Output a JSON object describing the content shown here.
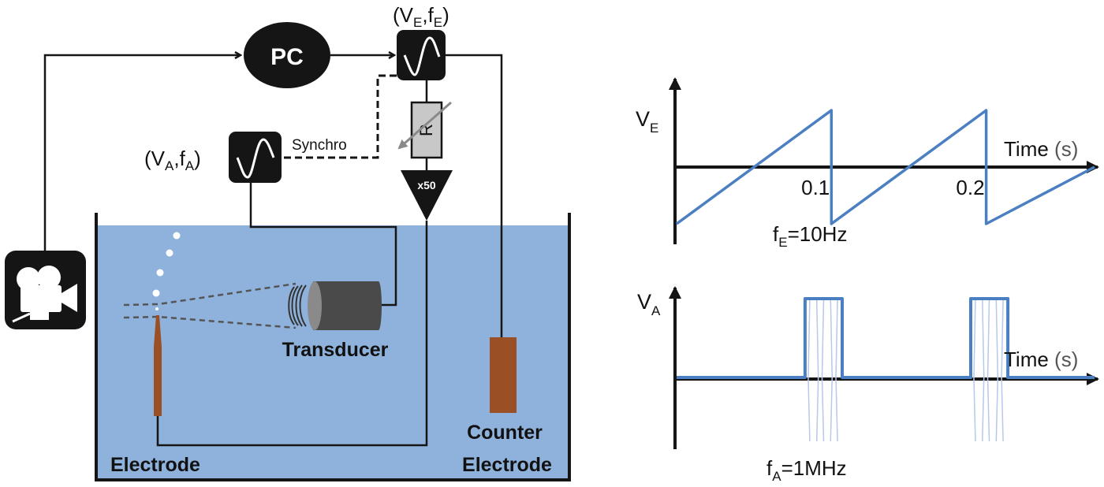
{
  "setup": {
    "pc_label": "PC",
    "generator_e_label": "(V",
    "generator_e_sub1": "E",
    "generator_e_mid": ",f",
    "generator_e_sub2": "E",
    "generator_e_end": ")",
    "generator_a_label": "(V",
    "generator_a_sub1": "A",
    "generator_a_mid": ",f",
    "generator_a_sub2": "A",
    "generator_a_end": ")",
    "synchro_label": "Synchro",
    "resistor_label": "R",
    "amplifier_label": "x50",
    "transducer_label": "Transducer",
    "electrode_label": "Electrode",
    "counter_electrode_label_1": "Counter",
    "counter_electrode_label_2": "Electrode",
    "camera_icon": "movie-camera-icon",
    "colors": {
      "water": "#8fb2dc",
      "electrode": "#9b4f24",
      "transducer": "#4a4a4a",
      "box": "#151515",
      "resistor": "#c8c8c8",
      "signal": "#4a7fc1"
    }
  },
  "chart_data": [
    {
      "type": "line",
      "title": "",
      "ylabel": "V",
      "ylabel_sub": "E",
      "xlabel": "Time (s)",
      "xlabel_main": "Time ",
      "xlabel_unit": "(s)",
      "xticks": [
        "0.1",
        "0.2"
      ],
      "xtick_values": [
        0.1,
        0.2
      ],
      "annotation": "f",
      "annotation_sub": "E",
      "annotation_rest": "=10Hz",
      "waveform": "sawtooth",
      "frequency_hz": 10,
      "xlim": [
        0,
        0.27
      ],
      "ylim": [
        -1.2,
        1.2
      ],
      "series": [
        {
          "name": "V_E",
          "x": [
            0,
            0.1,
            0.1,
            0.2,
            0.2,
            0.27
          ],
          "y": [
            -1,
            1,
            -1,
            1,
            -1,
            0
          ]
        }
      ]
    },
    {
      "type": "line",
      "title": "",
      "ylabel": "V",
      "ylabel_sub": "A",
      "xlabel": "Time (s)",
      "xlabel_main": "Time ",
      "xlabel_unit": "(s)",
      "annotation": "f",
      "annotation_sub": "A",
      "annotation_rest": "=1MHz",
      "waveform": "burst",
      "frequency_hz": 1000000,
      "xlim": [
        0,
        0.27
      ],
      "ylim": [
        -1.2,
        1.2
      ],
      "series": [
        {
          "name": "V_A",
          "x": [
            0,
            0.083,
            0.083,
            0.107,
            0.107,
            0.19,
            0.19,
            0.214,
            0.214,
            0.27
          ],
          "y": [
            0,
            0,
            1,
            1,
            0,
            0,
            1,
            1,
            0,
            0
          ]
        }
      ],
      "bursts": [
        [
          0.083,
          0.107
        ],
        [
          0.19,
          0.214
        ]
      ]
    }
  ]
}
